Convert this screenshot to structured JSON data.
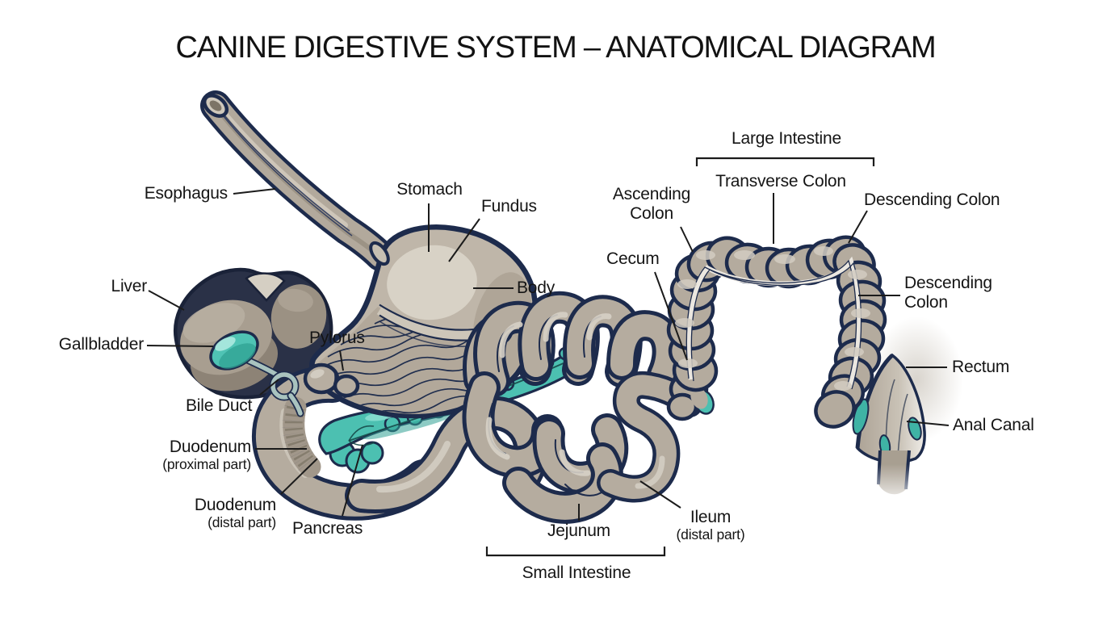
{
  "title": "CANINE DIGESTIVE SYSTEM – ANATOMICAL DIAGRAM",
  "labels": {
    "esophagus": "Esophagus",
    "stomach": "Stomach",
    "fundus": "Fundus",
    "body": "Body",
    "liver": "Liver",
    "gallbladder": "Gallbladder",
    "pylorus": "Pylorus",
    "bile_duct": "Bile Duct",
    "duodenum_proximal": "Duodenum",
    "duodenum_proximal_sub": "(proximal part)",
    "duodenum_distal": "Duodenum",
    "duodenum_distal_sub": "(distal part)",
    "pancreas": "Pancreas",
    "jejunum": "Jejunum",
    "small_intestine": "Small Intestine",
    "ileum": "Ileum",
    "ileum_sub": "(distal part)",
    "cecum": "Cecum",
    "ascending_colon": "Ascending Colon",
    "transverse_colon": "Transverse Colon",
    "large_intestine": "Large Intestine",
    "descending_colon_upper": "Descending Colon",
    "descending_colon_lower": "Descending Colon",
    "rectum": "Rectum",
    "anal_canal": "Anal Canal"
  },
  "colors": {
    "background": "#ffffff",
    "outline_navy": "#1d2b4c",
    "organ_tan": "#b5ac9f",
    "organ_tan_light": "#d6d0c5",
    "organ_tan_dark": "#8f8678",
    "teal": "#4cc0b1",
    "teal_dark": "#2fa193",
    "liver_navy": "#2a3147",
    "label_text": "#151515"
  }
}
